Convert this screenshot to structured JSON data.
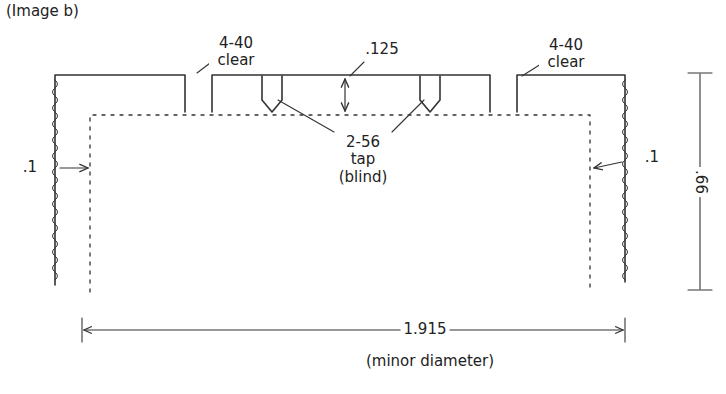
{
  "diagram": {
    "labels": [
      "(Image b)",
      "4-40 clear",
      ".125",
      "4-40 clear",
      "2-56 tap (blind)",
      ".1",
      ".1",
      ".66",
      "1.915",
      "(minor diameter)"
    ]
  }
}
